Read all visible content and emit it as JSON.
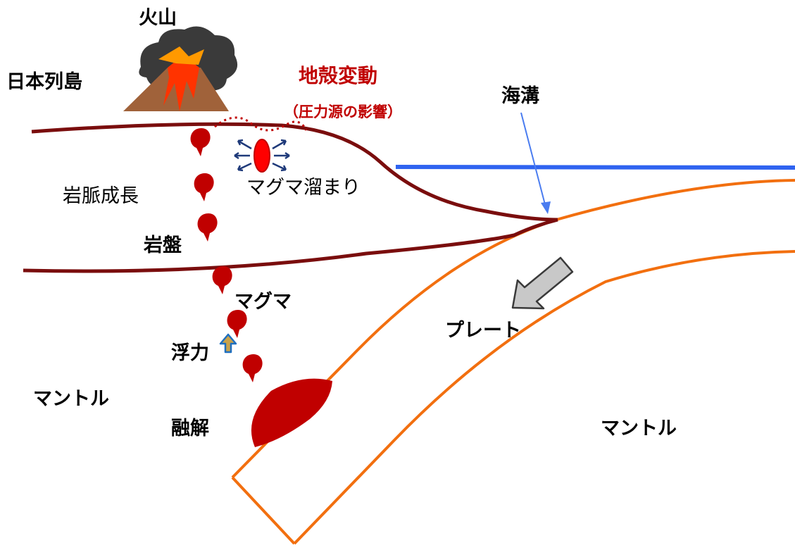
{
  "labels": {
    "volcano": "火山",
    "japan_islands": "日本列島",
    "crustal_deformation": "地殻変動",
    "pressure_source_effect": "（圧力源の影響）",
    "trench": "海溝",
    "dike_growth": "岩脈成長",
    "magma_chamber": "マグマ溜まり",
    "bedrock": "岩盤",
    "magma": "マグマ",
    "buoyancy": "浮力",
    "mantle_left": "マントル",
    "melting": "融解",
    "plate": "プレート",
    "mantle_right": "マントル"
  },
  "colors": {
    "crust_line": "#7a0d0d",
    "ocean_line": "#2f63f0",
    "plate_line": "#f26f0f",
    "magma_fill": "#c00000",
    "magma_chamber_fill": "#ff0000",
    "arrow_navy": "#1f3a7a",
    "plate_arrow_fill": "#c8c8c8",
    "volcano_smoke": "#3a3a3a",
    "volcano_cone": "#a0623a",
    "lava": "#ff3300",
    "buoyancy_arrow": "#c9a24a",
    "trench_pointer": "#4a7cf0",
    "red_text": "#c00000"
  },
  "icons": {
    "volcano": "volcano-icon",
    "buoyancy": "up-arrow-icon",
    "plate_motion": "down-left-arrow-icon",
    "pressure": "outward-arrows-icon"
  }
}
